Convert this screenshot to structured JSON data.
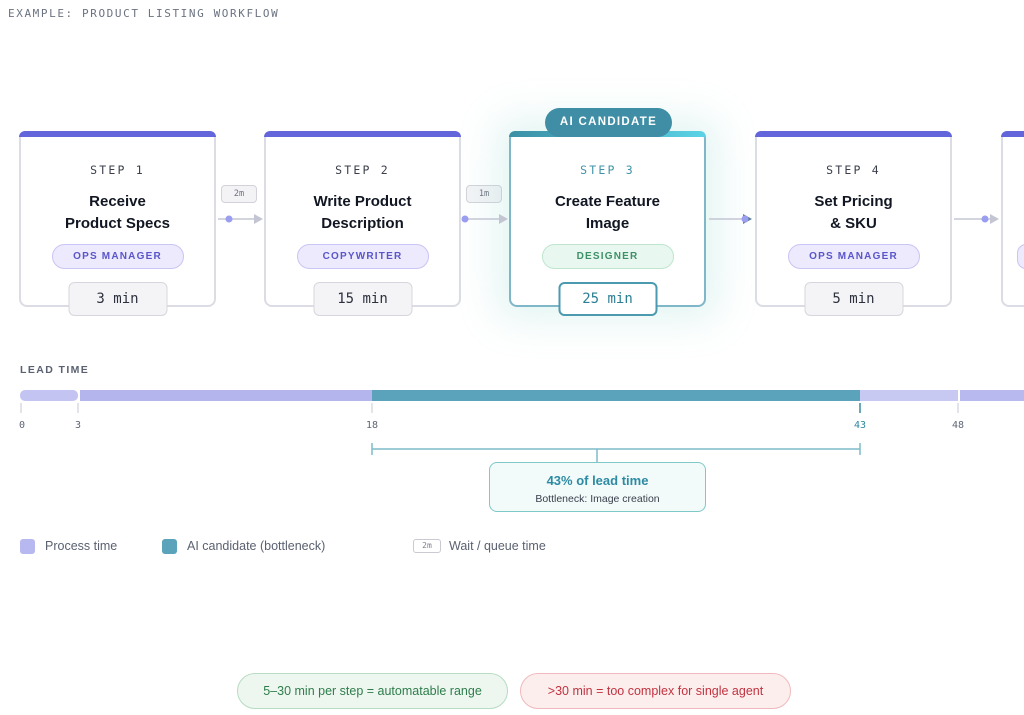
{
  "eyebrow": "EXAMPLE: PRODUCT LISTING WORKFLOW",
  "colors": {
    "process": "#b8b8f0",
    "ai": "#5aa3bb",
    "accent": "#6366db"
  },
  "ai_badge": "AI CANDIDATE",
  "steps": [
    {
      "label": "STEP 1",
      "title": "Receive\nProduct Specs",
      "role": "OPS MANAGER",
      "duration": "3 min"
    },
    {
      "label": "STEP 2",
      "title": "Write Product\nDescription",
      "role": "COPYWRITER",
      "duration": "15 min"
    },
    {
      "label": "STEP 3",
      "title": "Create Feature\nImage",
      "role": "DESIGNER",
      "duration": "25 min"
    },
    {
      "label": "STEP 4",
      "title": "Set Pricing\n& SKU",
      "role": "OPS MANAGER",
      "duration": "5 min"
    }
  ],
  "waits": [
    "2m",
    "1m"
  ],
  "lead_time": {
    "title": "LEAD TIME",
    "ticks": [
      "0",
      "3",
      "18",
      "43",
      "48"
    ],
    "callout_pct": "43% of lead time",
    "callout_sub": "Bottleneck: Image creation"
  },
  "legend": {
    "process": "Process time",
    "ai": "AI candidate (bottleneck)",
    "wait_tag": "2m",
    "wait": "Wait / queue time"
  },
  "footer": {
    "green": "5–30 min per step = automatable range",
    "red": ">30 min = too complex for single agent"
  }
}
